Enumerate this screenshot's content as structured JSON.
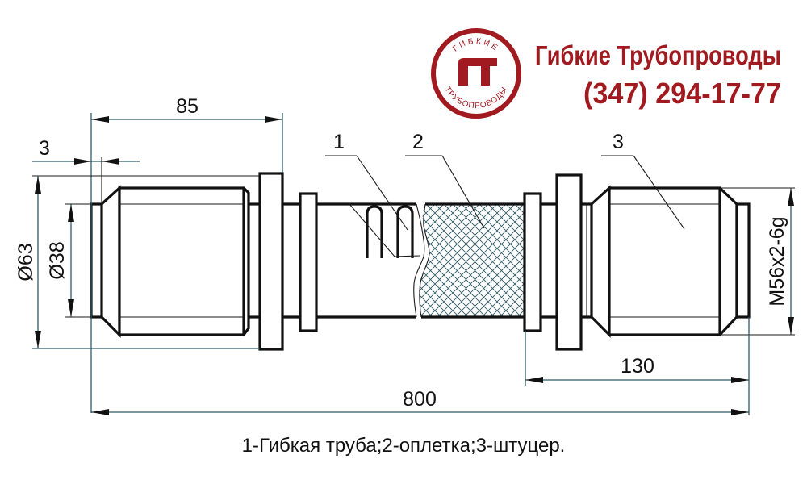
{
  "brand": {
    "logo_monogram": "ГТ",
    "logo_ring_top": "ГИБКИЕ",
    "logo_ring_bottom": "ТРУБОПРОВОДЫ",
    "company_name": "Гибкие Трубопроводы",
    "phone": "(347) 294-17-77",
    "color": "#a11a1f"
  },
  "dimensions": {
    "overall_length": "800",
    "fitting_length": "85",
    "end_offset": "3",
    "outer_diameter": "Ø63",
    "inner_diameter": "Ø38",
    "thread": "M56x2-6g",
    "right_fitting_length": "130"
  },
  "callouts": [
    {
      "number": "1",
      "part": "Гибкая труба"
    },
    {
      "number": "2",
      "part": "оплетка"
    },
    {
      "number": "3",
      "part": "штуцер"
    }
  ],
  "caption": "1-Гибкая труба;2-оплетка;3-штуцер.",
  "colors": {
    "outline": "#111111",
    "dimension_line": "#2f5a66",
    "braid_mesh": "#2f5a66",
    "background": "#ffffff"
  }
}
